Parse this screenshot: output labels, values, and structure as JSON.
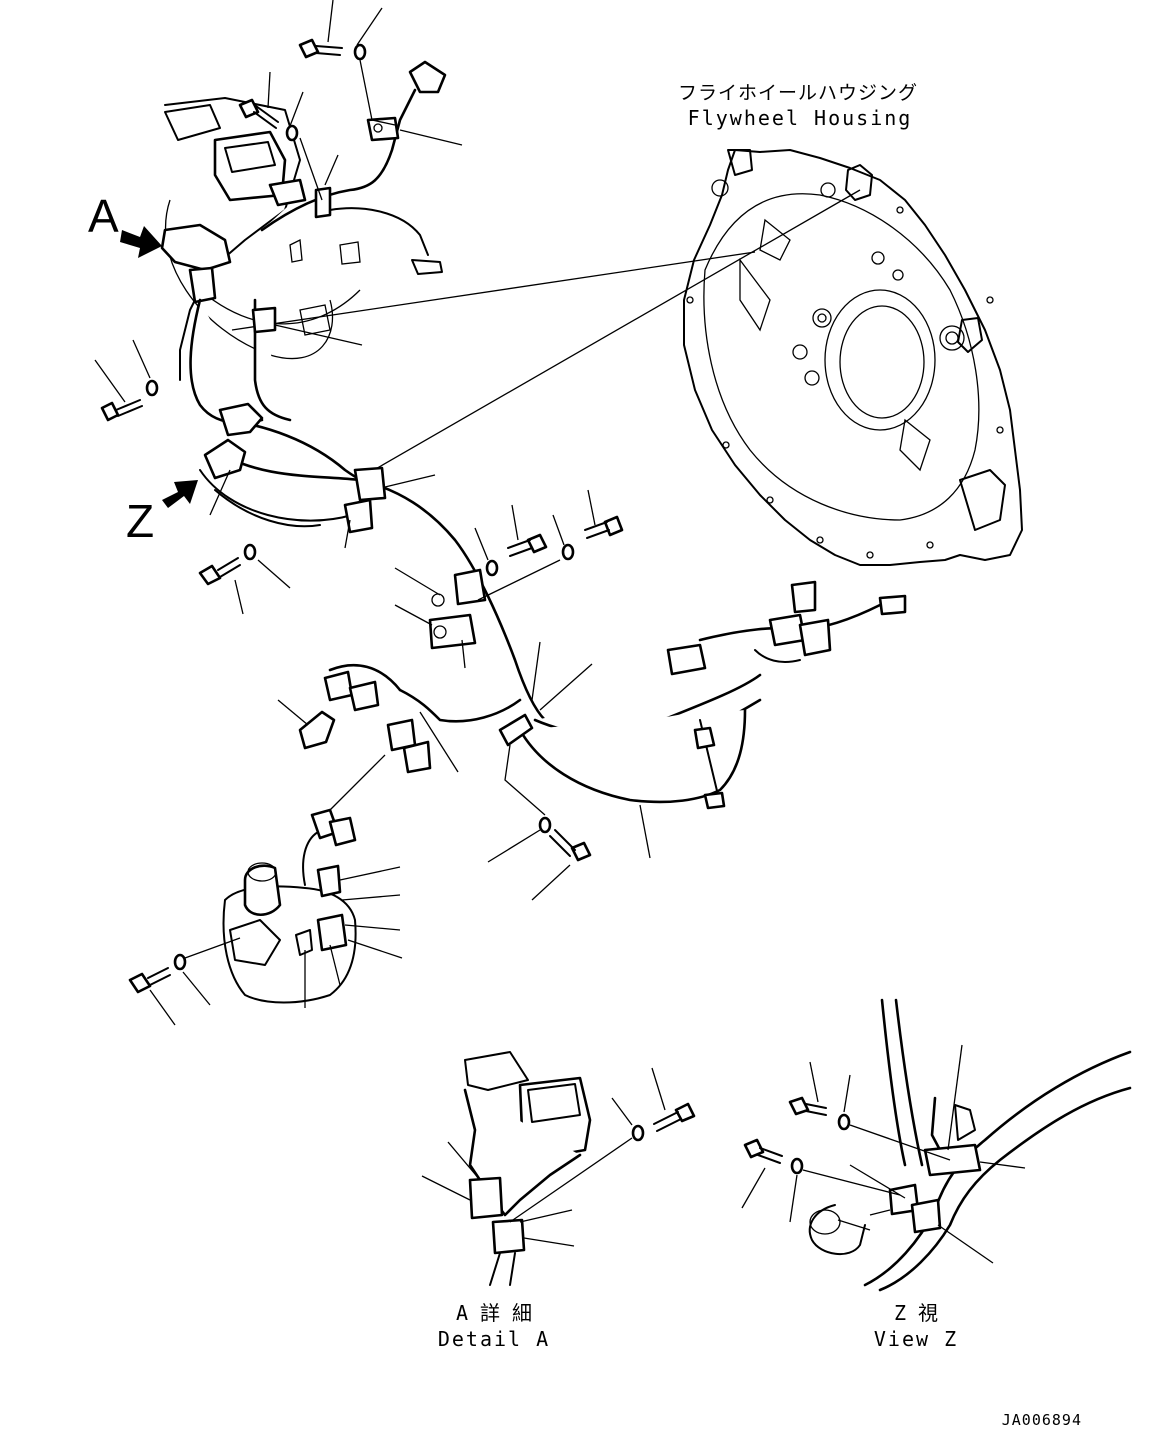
{
  "labels": {
    "flywheel_jp": "フライホイールハウジング",
    "flywheel_en": "Flywheel Housing",
    "marker_a": "A",
    "marker_z": "Z",
    "detail_a_jp": "A 詳 細",
    "detail_a_en": "Detail A",
    "view_z_jp": "Z 視",
    "view_z_en": "View Z",
    "drawing_number": "JA006894"
  },
  "colors": {
    "line": "#000000",
    "background": "#ffffff"
  }
}
